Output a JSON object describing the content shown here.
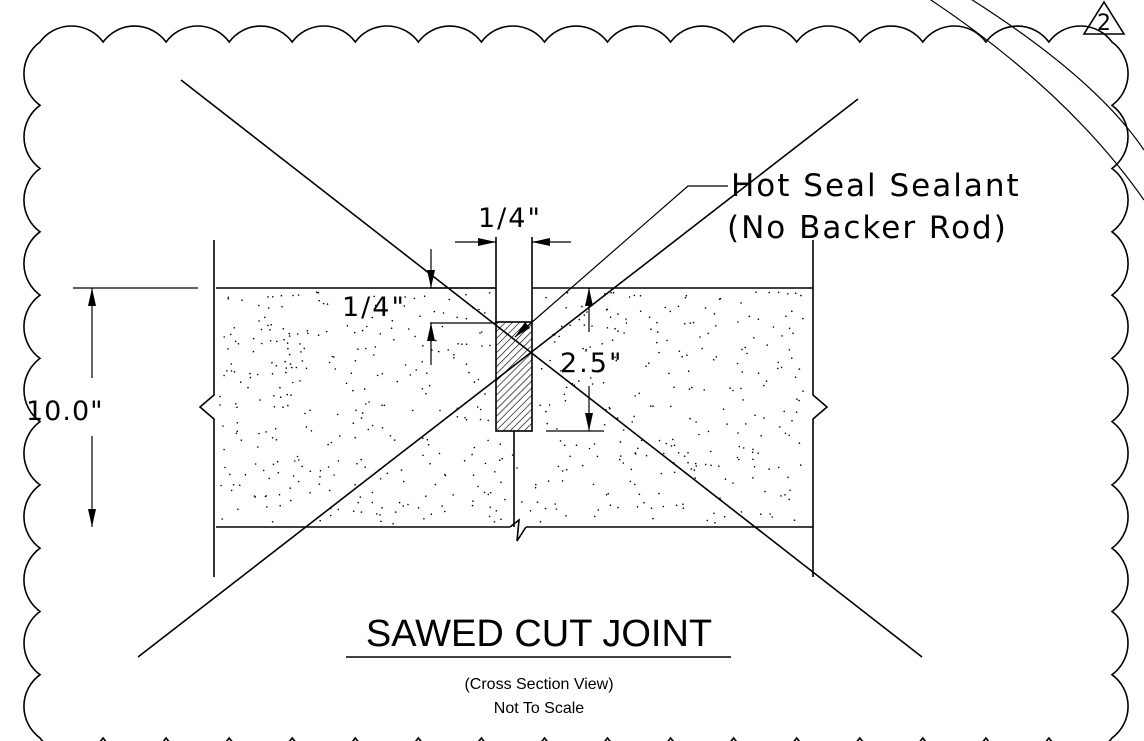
{
  "revision": {
    "number": "2"
  },
  "callout": {
    "line1": "Hot Seal Sealant",
    "line2": "(No Backer Rod)"
  },
  "dimensions": {
    "joint_width": "1/4\"",
    "sealant_depth": "1/4\"",
    "cut_depth": "2.5\"",
    "slab_thickness": "10.0\""
  },
  "title": {
    "main": "SAWED CUT JOINT",
    "view": "(Cross Section View)",
    "scale": "Not To Scale"
  },
  "colors": {
    "ink": "#000000",
    "background": "#ffffff"
  }
}
